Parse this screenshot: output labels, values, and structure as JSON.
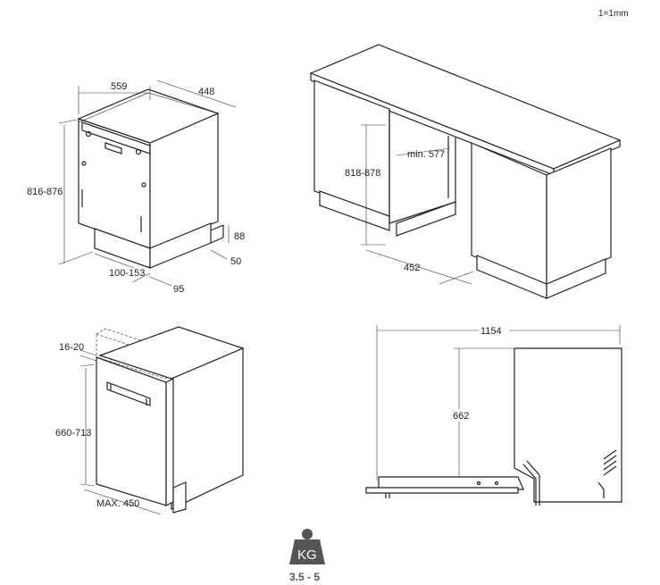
{
  "scale_note": "1=1mm",
  "top_left": {
    "width": "559",
    "depth": "448",
    "height": "816-876",
    "plinth_height": "88",
    "plinth_depth": "50",
    "plinth_recess": "100-153",
    "base_offset": "95"
  },
  "top_right": {
    "height": "818-878",
    "niche_width": "min. 577",
    "depth": "452"
  },
  "bottom_left": {
    "panel_gap": "16-20",
    "panel_height": "660-713",
    "panel_width": "MAX. 450"
  },
  "bottom_right": {
    "open_length": "1154",
    "door_height": "662"
  },
  "weight": {
    "unit": "KG",
    "range": "3.5 - 5"
  }
}
